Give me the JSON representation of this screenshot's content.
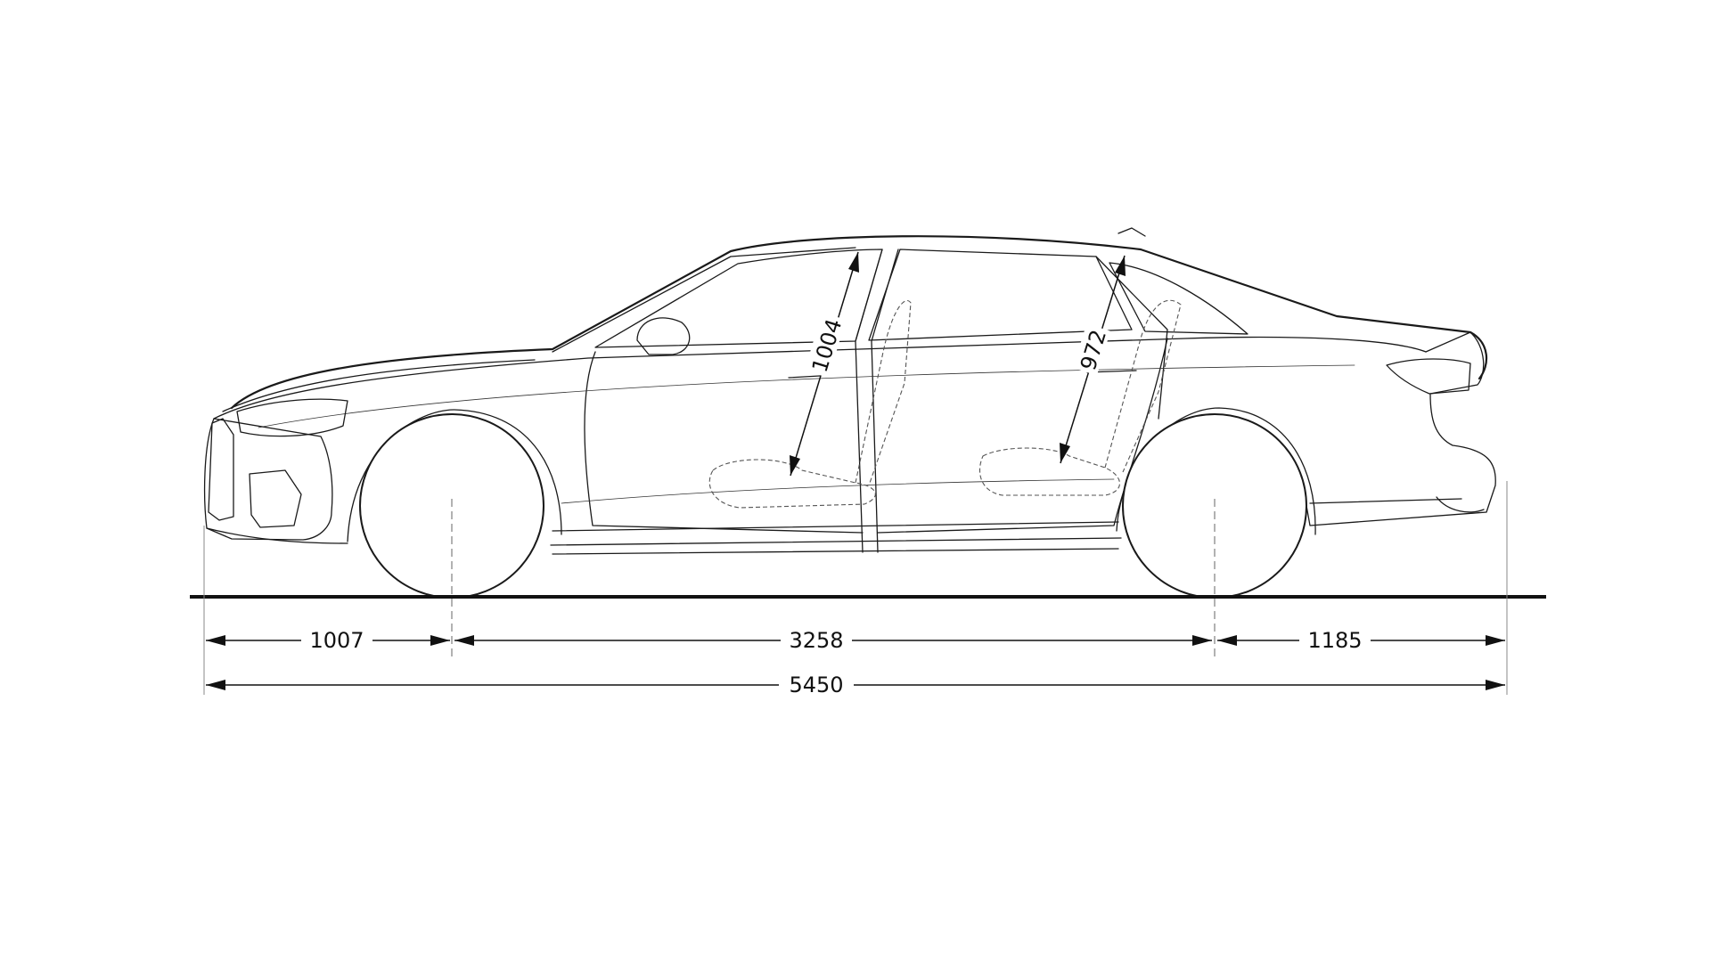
{
  "dimensions": {
    "front_overhang": "1007",
    "wheelbase": "3258",
    "rear_overhang": "1185",
    "overall_length": "5450",
    "front_headroom": "1004",
    "rear_headroom": "972"
  },
  "colors": {
    "line": "#1a1a1a",
    "background": "#ffffff"
  }
}
